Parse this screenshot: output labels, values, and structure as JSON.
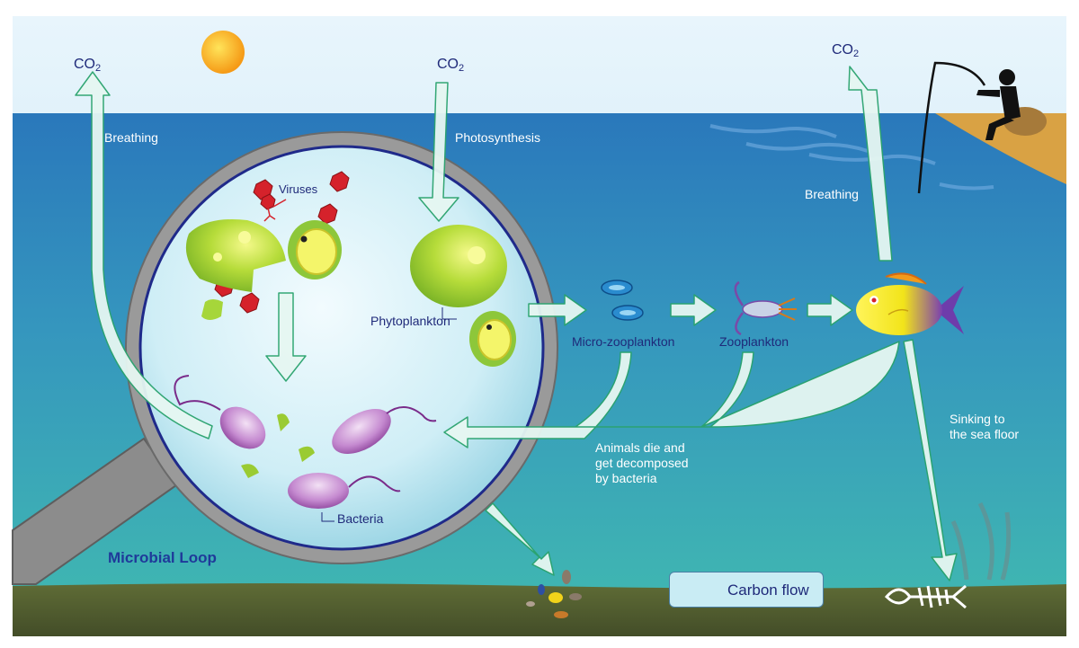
{
  "co2": {
    "base": "CO",
    "sub": "2"
  },
  "labels": {
    "breathing_left": "Breathing",
    "photosynthesis": "Photosynthesis",
    "breathing_right": "Breathing",
    "viruses": "Viruses",
    "phytoplankton": "Phytoplankton",
    "micro_zooplankton": "Micro-zooplankton",
    "zooplankton": "Zooplankton",
    "bacteria": "Bacteria",
    "animals_die": "Animals die and\nget decomposed\nby bacteria",
    "sinking": "Sinking to\nthe sea floor",
    "microbial_loop": "Microbial Loop"
  },
  "legend": {
    "label": "Carbon flow"
  },
  "colors": {
    "sky_top": "#e4f3fb",
    "sky_bottom": "#bfe3f3",
    "sea_top": "#2f7fbf",
    "sea_bottom": "#3fb3b4",
    "sea_floor": "#4e5b2f",
    "beach": "#d9a244",
    "arrow_fill": "#e6f7f2",
    "arrow_stroke": "#2aa36e",
    "magnifier_rim": "#8c8c8c",
    "lens_inner": "#1f2a8a",
    "virus": "#d5222b",
    "bacteria": "#b46bc0",
    "phyto": "#a6d63a",
    "fish": "#f4e51e",
    "sun": "#f6a21a"
  }
}
